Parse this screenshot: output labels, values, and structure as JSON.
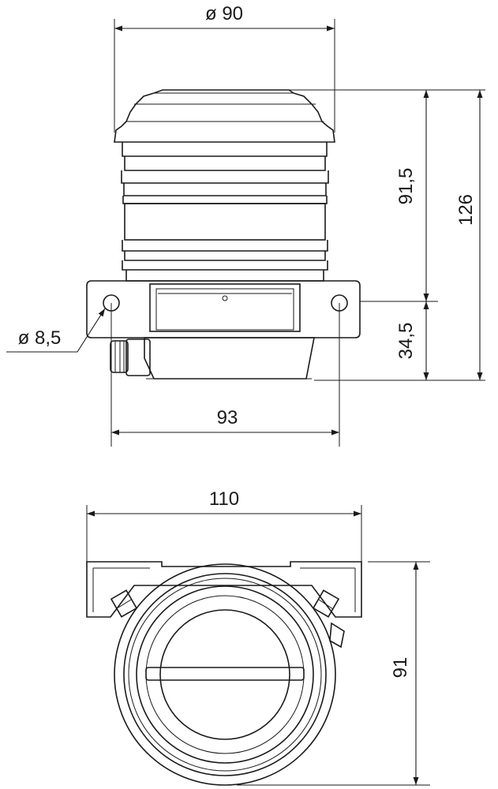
{
  "dimensions": {
    "top_diameter": "ø 90",
    "height_upper": "91,5",
    "height_total": "126",
    "height_base": "34,5",
    "hole_diameter": "ø 8,5",
    "hole_spacing": "93",
    "bottom_width": "110",
    "bottom_depth": "91"
  },
  "colors": {
    "line": "#1a1a1a",
    "background": "#ffffff"
  }
}
